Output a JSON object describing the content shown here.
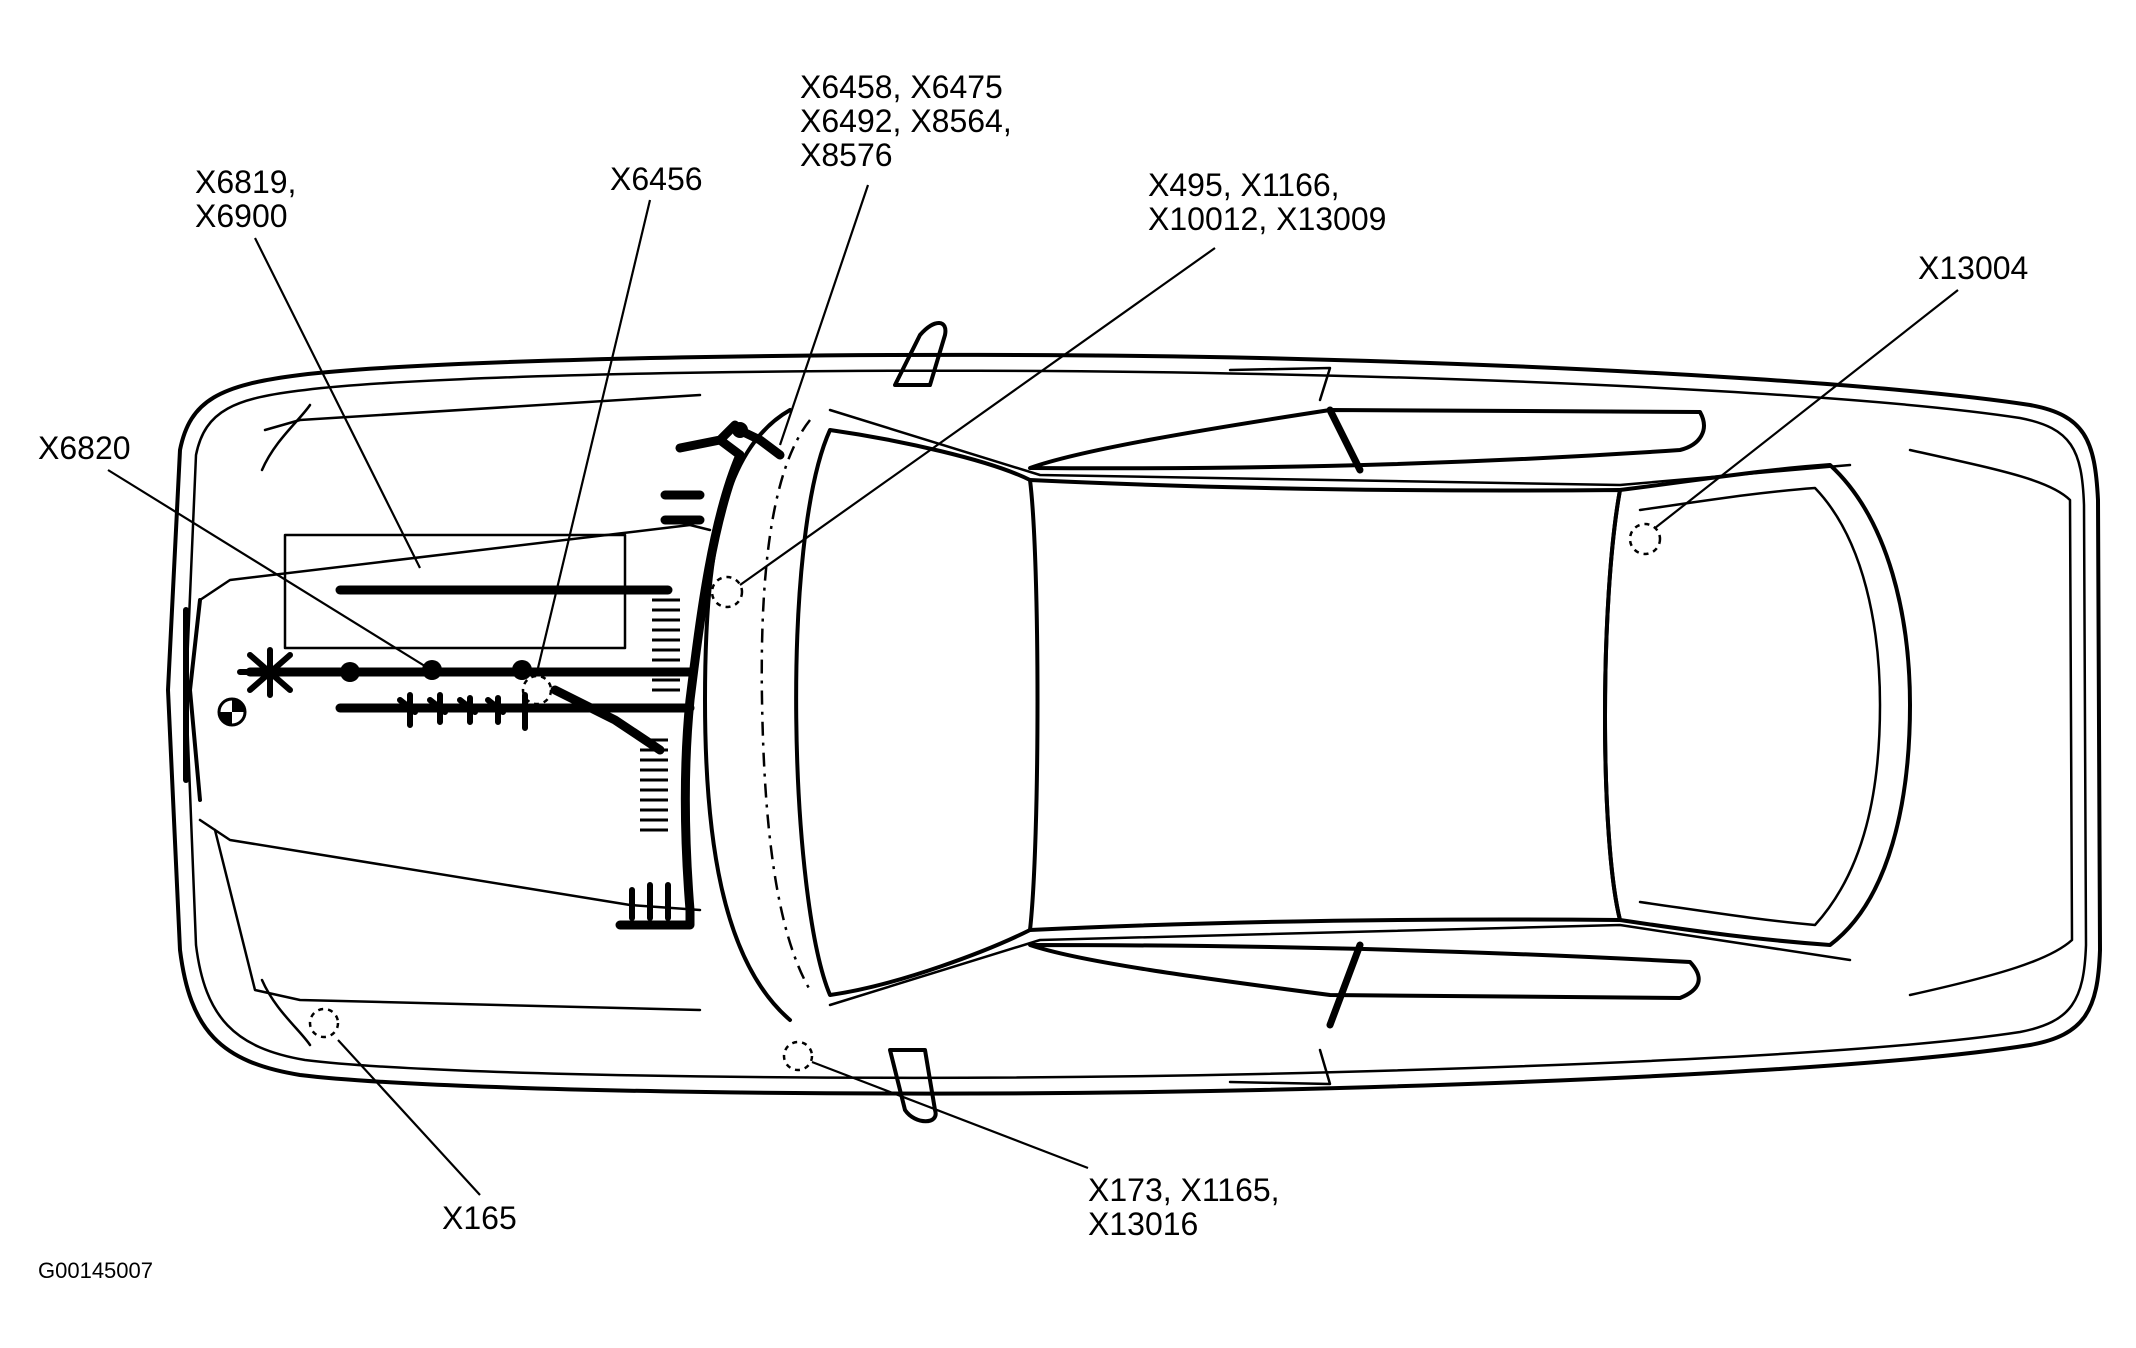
{
  "callouts": {
    "x6458_group": [
      "X6458, X6475",
      "X6492, X8564,",
      "X8576"
    ],
    "x6819_group": [
      "X6819,",
      "X6900"
    ],
    "x6456": [
      "X6456"
    ],
    "x495_group": [
      "X495, X1166,",
      "X10012, X13009"
    ],
    "x13004": [
      "X13004"
    ],
    "x6820": [
      "X6820"
    ],
    "x165": [
      "X165"
    ],
    "x173_group": [
      "X173, X1165,",
      "X13016"
    ]
  },
  "figure_code": "G00145007"
}
